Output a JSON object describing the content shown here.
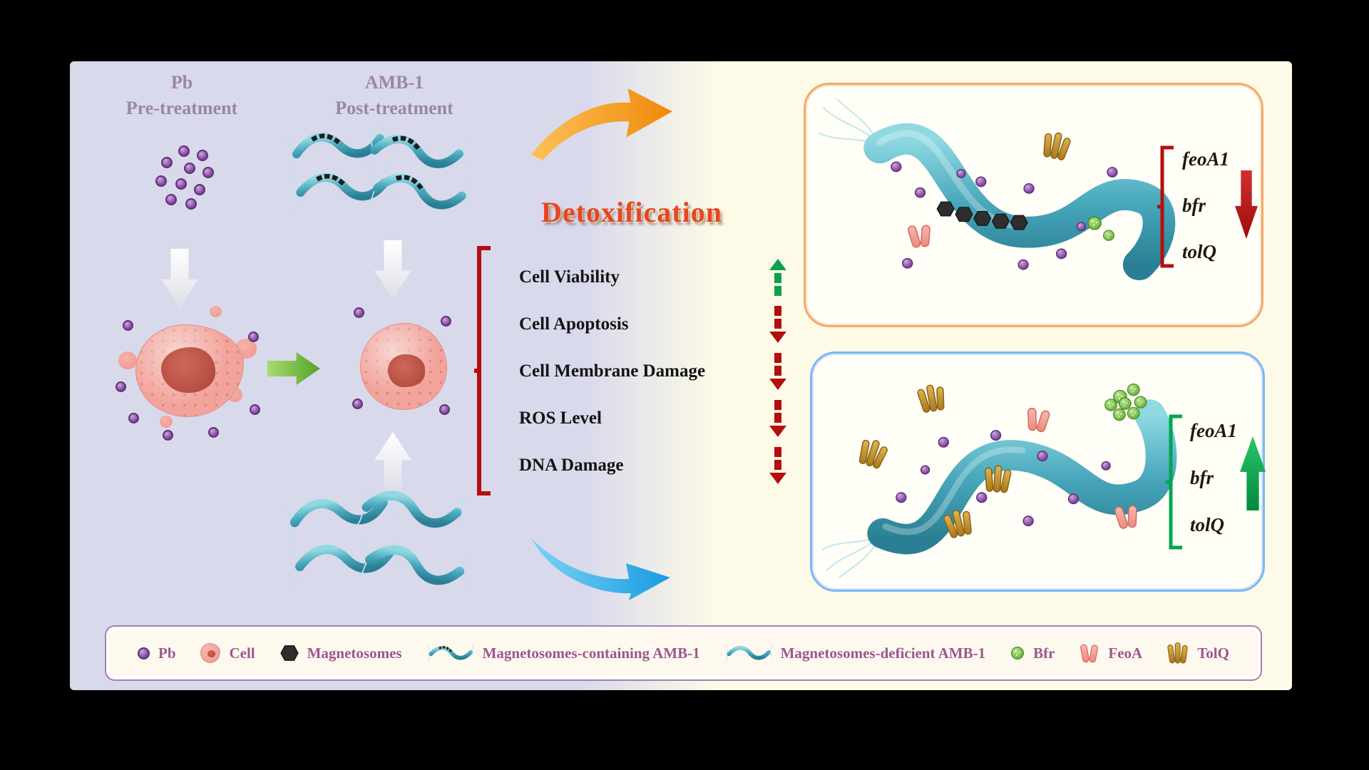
{
  "figure": {
    "left_panel": {
      "pb_heading": {
        "line1": "Pb",
        "line2": "Pre-treatment"
      },
      "amb_heading": {
        "line1": "AMB-1",
        "line2": "Post-treatment"
      }
    },
    "center": {
      "title": "Detoxification",
      "effects": [
        {
          "label": "Cell Viability",
          "trend": "up"
        },
        {
          "label": "Cell Apoptosis",
          "trend": "down"
        },
        {
          "label": "Cell Membrane Damage",
          "trend": "down"
        },
        {
          "label": "ROS Level",
          "trend": "down"
        },
        {
          "label": "DNA Damage",
          "trend": "down"
        }
      ]
    },
    "right_panel": {
      "top_box": {
        "genes": [
          "feoA1",
          "bfr",
          "tolQ"
        ],
        "expression_trend": "down"
      },
      "bottom_box": {
        "genes": [
          "feoA1",
          "bfr",
          "tolQ"
        ],
        "expression_trend": "up"
      }
    },
    "legend": [
      {
        "icon": "pb-dot-icon",
        "label": "Pb"
      },
      {
        "icon": "cell-icon",
        "label": "Cell"
      },
      {
        "icon": "magnetosome-hexagon-icon",
        "label": "Magnetosomes"
      },
      {
        "icon": "magnetosome-containing-amb1-icon",
        "label": "Magnetosomes-containing AMB-1"
      },
      {
        "icon": "magnetosome-deficient-amb1-icon",
        "label": "Magnetosomes-deficient AMB-1"
      },
      {
        "icon": "bfr-icon",
        "label": "Bfr"
      },
      {
        "icon": "feoa-icon",
        "label": "FeoA"
      },
      {
        "icon": "tolq-icon",
        "label": "TolQ"
      }
    ],
    "colors": {
      "canvas": "#000000",
      "left_bg": "#d9d9ec",
      "right_bg": "#fdfbe7",
      "heading_mauve": "#9b86a6",
      "title_red": "#e8461d",
      "effect_text": "#141414",
      "up_green": "#0ba14b",
      "down_red": "#b50e0e",
      "orange_arrow": "#f5a41c",
      "blue_arrow": "#35b3ea",
      "top_box_border": "#f2a96d",
      "bottom_box_border": "#7db6f2",
      "legend_border": "#a97fae",
      "legend_text": "#9d568f",
      "pb_purple": "#8a4fa8",
      "cell_pink": "#f2a49c",
      "bacteria_teal": "#49a8bc",
      "magnetosome_black": "#2e2e2e",
      "bfr_green": "#6fc146",
      "feoa_pink": "#f1988e",
      "tolq_gold": "#c3913a"
    }
  }
}
